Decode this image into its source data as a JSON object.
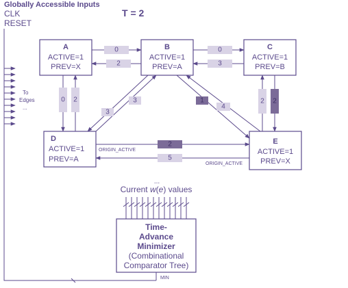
{
  "header": {
    "title": "Globally Accessible Inputs",
    "input_clk": "CLK",
    "input_reset": "RESET",
    "time_label": "T = 2"
  },
  "nodes": {
    "A": {
      "name": "A",
      "active": "ACTIVE=1",
      "prev": "PREV=X"
    },
    "B": {
      "name": "B",
      "active": "ACTIVE=1",
      "prev": "PREV=A"
    },
    "C": {
      "name": "C",
      "active": "ACTIVE=1",
      "prev": "PREV=B"
    },
    "D": {
      "name": "D",
      "active": "ACTIVE=1",
      "prev": "PREV=A"
    },
    "E": {
      "name": "E",
      "active": "ACTIVE=1",
      "prev": "PREV=X"
    }
  },
  "edges": {
    "a_to_b": "0",
    "b_to_a": "2",
    "b_to_c": "0",
    "c_to_b": "3",
    "a_to_d": "0",
    "d_to_a": "2",
    "b_to_d": "3",
    "d_to_b": "3",
    "b_to_e": "1",
    "e_to_b": "4",
    "c_to_e": "2",
    "e_to_c": "2",
    "d_to_e": "2",
    "e_to_d": "5"
  },
  "labels": {
    "origin_active_d": "ORIGIN_ACTIVE",
    "origin_active_e": "ORIGIN_ACTIVE",
    "to_edges_line1": "To",
    "to_edges_line2": "Edges",
    "to_edges_dots": "...",
    "weights_dots": "...",
    "weights_prefix": "Current ",
    "weights_var": "w",
    "weights_paren_open": "(",
    "weights_arg": "e",
    "weights_suffix": ") values",
    "min_label": "MIN"
  },
  "minimizer": {
    "line1": "Time-",
    "line2": "Advance",
    "line3": "Minimizer",
    "line4": "(Combinational",
    "line5": "Comparator Tree)"
  },
  "colors": {
    "stroke": "#5b4a8c",
    "tag_inactive": "#d9d3e6",
    "tag_active": "#7b6b98"
  }
}
